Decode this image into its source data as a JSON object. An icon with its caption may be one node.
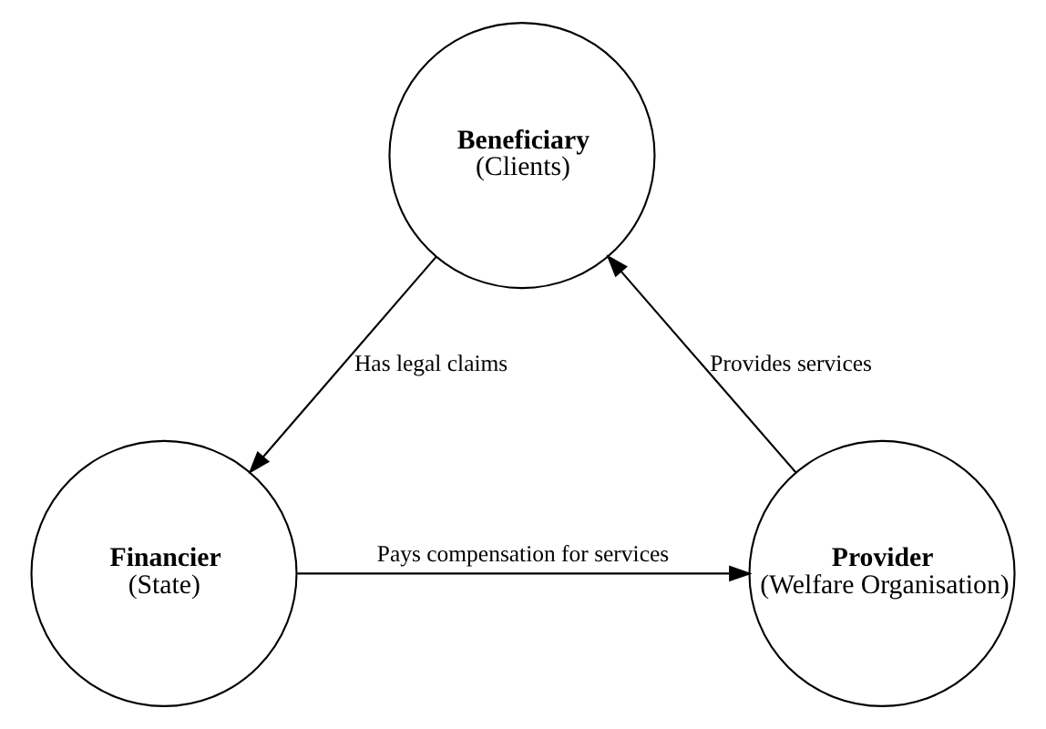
{
  "diagram": {
    "nodes": [
      {
        "text": [
          "Beneficiary",
          "(Clients)"
        ]
      },
      {
        "text": [
          "Financier",
          "(State)"
        ]
      },
      {
        "text": [
          "Provider",
          "(Welfare Organisation)"
        ]
      }
    ],
    "edges": [
      {
        "from": 0,
        "to": 1,
        "arrow": "to",
        "label": "Has legal claims"
      },
      {
        "from": 1,
        "to": 2,
        "arrow": "to",
        "label": "Pays compensation for services"
      },
      {
        "from": 2,
        "to": 0,
        "arrow": "to",
        "label": "Provides services"
      }
    ]
  }
}
